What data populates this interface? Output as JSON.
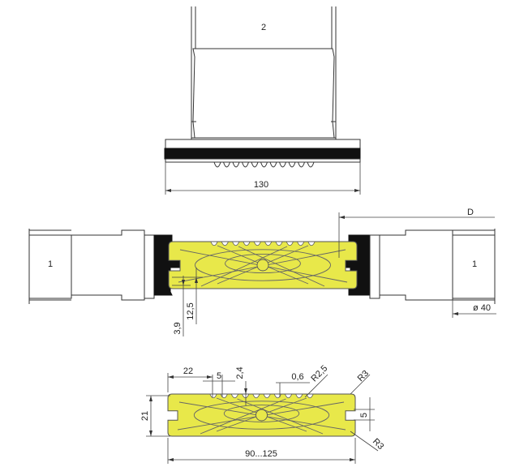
{
  "top_view": {
    "part_label": "2",
    "width_dim": "130"
  },
  "middle_view": {
    "left_label": "1",
    "right_label": "1",
    "diameter_dim": "D",
    "bore_dim": "ø 40",
    "depth_dim": "12,5",
    "offset_dim": "3,9"
  },
  "bottom_view": {
    "dim_22": "22",
    "dim_5_top": "5",
    "dim_2_4": "2,4",
    "dim_0_6": "0,6",
    "dim_r2_5": "R2,5",
    "dim_r3_top": "R3",
    "dim_r3_bottom": "R3",
    "dim_21": "21",
    "dim_5_right": "5",
    "width_range": "90...125"
  }
}
